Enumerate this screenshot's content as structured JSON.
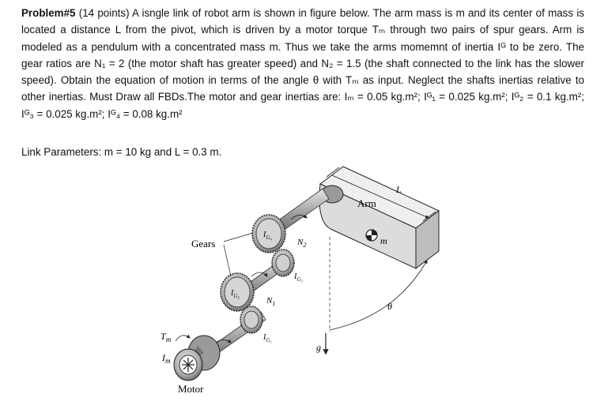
{
  "problem": {
    "label": "Problem#5",
    "text": " (14 points) A isngle link of robot arm is shown in figure below. The arm mass is m and its center of mass is located a distance L from the pivot, which is driven by a motor torque Tₘ through two pairs of spur gears. Arm is modeled as a pendulum with a concentrated mass m. Thus we take the arms momemnt of inertia Iᴳ to be zero. The gear ratios are N₁ = 2 (the motor shaft has greater speed) and N₂ = 1.5 (the shaft connected to the link has the slower speed). Obtain the equation of motion in terms of the angle θ with Tₘ as input. Neglect the shafts inertias relative to other inertias. Must Draw all FBDs.The motor and gear inertias are: Iₘ = 0.05 kg.m²; Iᴳ₁ = 0.025 kg.m²; Iᴳ₂ = 0.1 kg.m²; Iᴳ₃ = 0.025 kg.m²; Iᴳ₄ = 0.08 kg.m²"
  },
  "params": "Link Parameters: m = 10 kg and L = 0.3 m.",
  "figure": {
    "labels": {
      "arm": "Arm",
      "L": "L",
      "m": "m",
      "theta": "θ",
      "g": "g",
      "gears": "Gears",
      "motor": "Motor",
      "Tm": "T",
      "Tm_sub": "m",
      "Im": "I",
      "Im_sub": "m",
      "IG4": "I",
      "IG4_sub": "G₄",
      "IG3": "I",
      "IG3_sub": "G₃",
      "IG2": "I",
      "IG2_sub": "G₂",
      "IG1": "I",
      "IG1_sub": "G₁",
      "N2": "N",
      "N2_sub": "2",
      "N1": "N",
      "N1_sub": "1"
    },
    "colors": {
      "shaft": "#8c8c8c",
      "gear": "#b8b8b8",
      "arm": "#dcdcdc",
      "ink": "#222222"
    }
  }
}
